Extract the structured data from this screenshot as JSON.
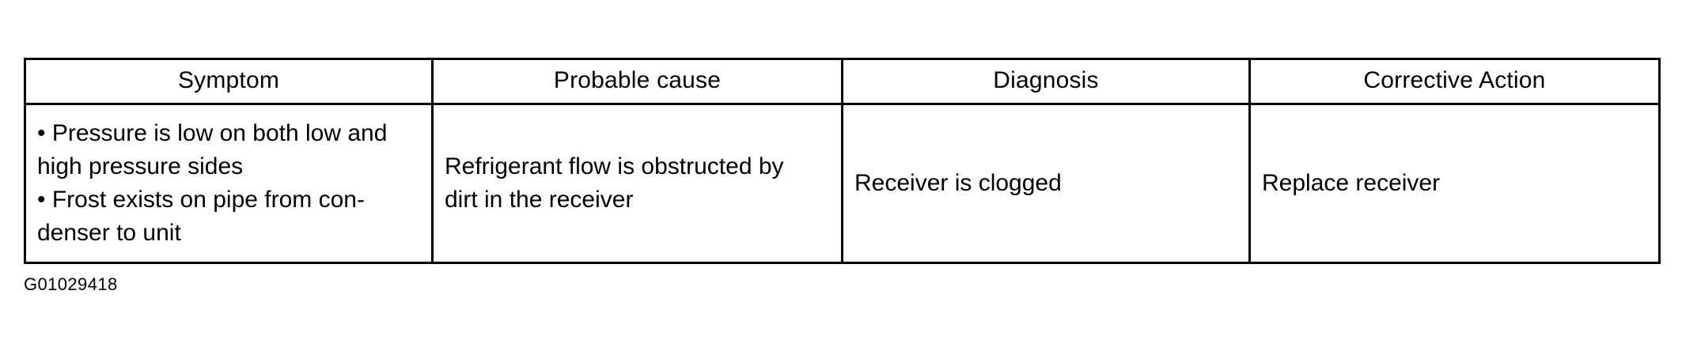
{
  "document": {
    "figure_id": "G01029418"
  },
  "table": {
    "columns": [
      {
        "key": "symptom",
        "header": "Symptom"
      },
      {
        "key": "cause",
        "header": "Probable cause"
      },
      {
        "key": "diagnosis",
        "header": "Diagnosis"
      },
      {
        "key": "action",
        "header": "Corrective Action"
      }
    ],
    "rows": [
      {
        "symptom": {
          "lines": [
            "• Pressure is low on both low and",
            "high pressure sides",
            "• Frost exists on pipe from con-",
            "denser to unit"
          ]
        },
        "cause": {
          "lines": [
            "Refrigerant flow is obstructed by",
            "dirt in the receiver"
          ]
        },
        "diagnosis": {
          "lines": [
            "Receiver is clogged"
          ]
        },
        "action": {
          "lines": [
            "Replace receiver"
          ]
        }
      }
    ]
  },
  "colors": {
    "rule": "#000000",
    "text": "#000000",
    "background": "#ffffff"
  }
}
